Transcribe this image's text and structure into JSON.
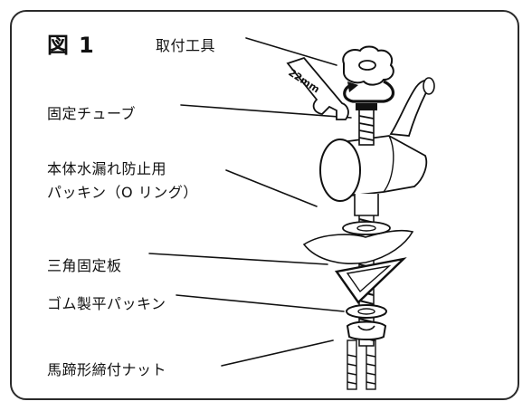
{
  "figure": {
    "label": "図",
    "number": "1"
  },
  "labels": {
    "tool": "取付工具",
    "tube": "固定チューブ",
    "oring_line1": "本体水漏れ防止用",
    "oring_line2": "パッキン（O リング）",
    "plate": "三角固定板",
    "rubber": "ゴム製平パッキン",
    "nut": "馬蹄形締付ナット"
  },
  "wrench_text": "22mm"
}
